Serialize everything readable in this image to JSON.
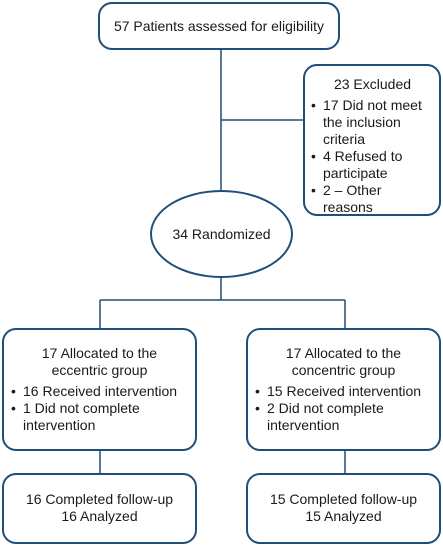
{
  "colors": {
    "border": "#1f4e79",
    "text": "#1a1a1a"
  },
  "assessed": {
    "label": "57 Patients assessed for eligibility"
  },
  "excluded": {
    "title": "23 Excluded",
    "items": [
      "17 Did not meet the inclusion criteria",
      "4 Refused to participate",
      "2 – Other reasons"
    ]
  },
  "randomized": {
    "label": "34 Randomized"
  },
  "eccentric": {
    "title_line1": "17 Allocated to the",
    "title_line2": "eccentric group",
    "items": [
      "16 Received intervention",
      "1 Did not complete intervention"
    ],
    "followup": "16 Completed follow-up",
    "analyzed": "16 Analyzed"
  },
  "concentric": {
    "title_line1": "17 Allocated to the",
    "title_line2": "concentric group",
    "items": [
      "15 Received intervention",
      "2 Did not complete intervention"
    ],
    "followup": "15 Completed follow-up",
    "analyzed": "15 Analyzed"
  }
}
